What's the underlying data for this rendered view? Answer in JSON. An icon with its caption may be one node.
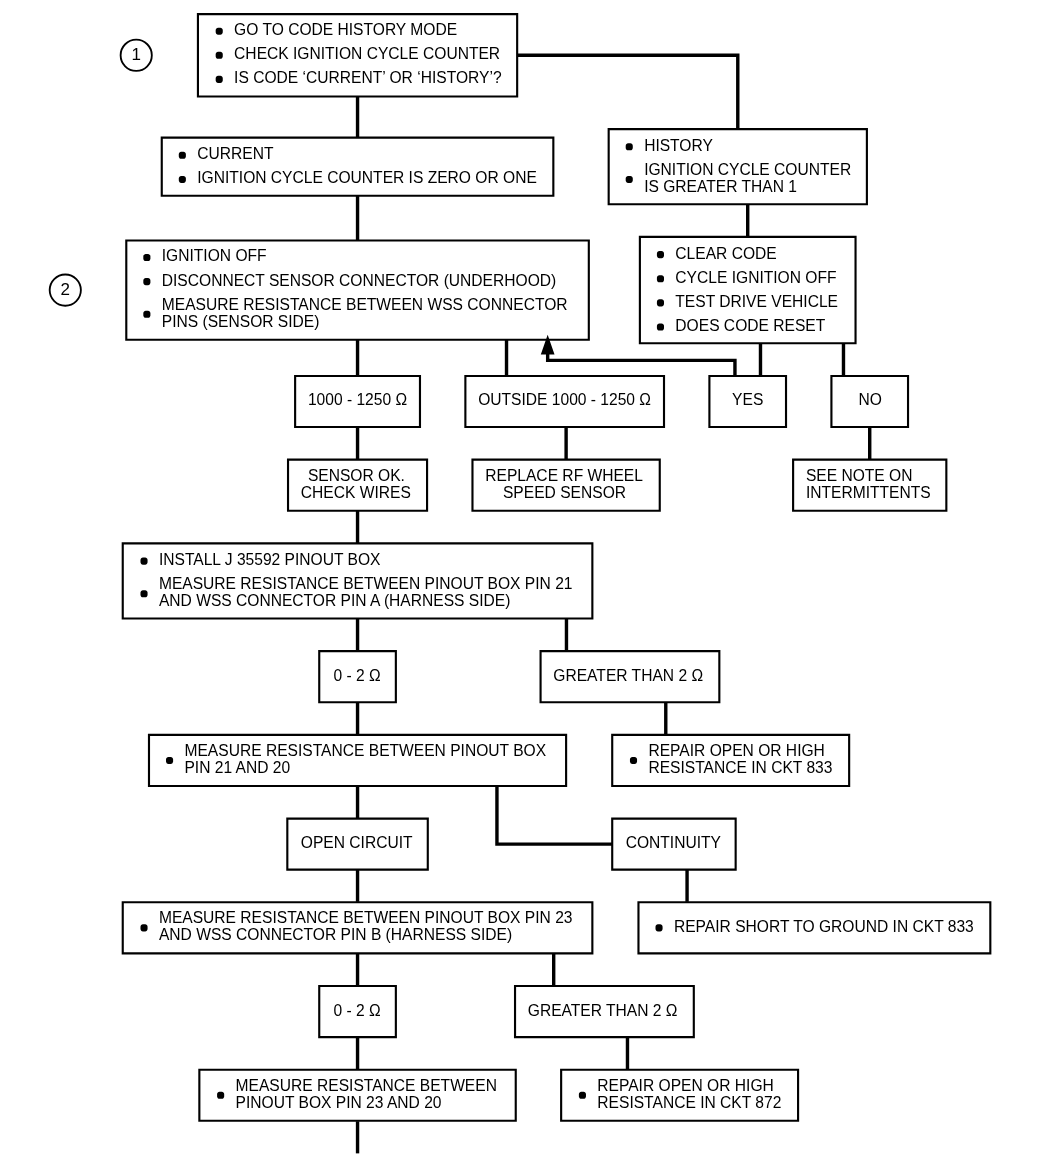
{
  "diagram": {
    "nodes": [
      {
        "text": [
          "GO TO CODE HISTORY MODE",
          "CHECK IGNITION CYCLE COUNTER",
          "IS CODE ‘CURRENT’ OR ‘HISTORY’?"
        ],
        "beside": [
          "1"
        ]
      },
      {
        "text": [
          "CURRENT",
          "IGNITION CYCLE COUNTER IS ZERO OR ONE"
        ]
      },
      {
        "text": [
          "HISTORY",
          "IGNITION CYCLE COUNTER IS GREATER THAN 1"
        ]
      },
      {
        "text": [
          "IGNITION OFF",
          "DISCONNECT SENSOR CONNECTOR (UNDERHOOD)",
          "MEASURE RESISTANCE BETWEEN WSS CONNECTOR PINS (SENSOR SIDE)"
        ],
        "beside": [
          "2"
        ]
      },
      {
        "text": [
          "CLEAR CODE",
          "CYCLE IGNITION OFF",
          "TEST DRIVE VEHICLE",
          "DOES CODE RESET"
        ]
      },
      {
        "text": [
          "1000 - 1250 Ω"
        ]
      },
      {
        "text": [
          "OUTSIDE 1000 - 1250 Ω"
        ]
      },
      {
        "text": [
          "YES"
        ]
      },
      {
        "text": [
          "NO"
        ]
      },
      {
        "text": [
          "SENSOR OK. CHECK WIRES"
        ]
      },
      {
        "text": [
          "REPLACE RF WHEEL SPEED SENSOR"
        ]
      },
      {
        "text": [
          "SEE NOTE ON INTERMITTENTS"
        ]
      },
      {
        "text": [
          "INSTALL J 35592 PINOUT BOX",
          "MEASURE RESISTANCE BETWEEN PINOUT BOX PIN 21 AND WSS CONNECTOR PIN A (HARNESS SIDE)"
        ]
      },
      {
        "text": [
          "0 - 2 Ω"
        ]
      },
      {
        "text": [
          "GREATER THAN 2 Ω"
        ]
      },
      {
        "text": [
          "MEASURE RESISTANCE BETWEEN PINOUT BOX PIN 21 AND 20"
        ]
      },
      {
        "text": [
          "REPAIR OPEN OR HIGH RESISTANCE IN CKT 833"
        ]
      },
      {
        "text": [
          "OPEN CIRCUIT"
        ]
      },
      {
        "text": [
          "CONTINUITY"
        ]
      },
      {
        "text": [
          "MEASURE RESISTANCE BETWEEN PINOUT BOX PIN 23 AND WSS CONNECTOR PIN B (HARNESS SIDE)"
        ]
      },
      {
        "text": [
          "REPAIR SHORT TO GROUND IN CKT 833"
        ]
      },
      {
        "text": [
          "0 - 2 Ω"
        ]
      },
      {
        "text": [
          "GREATER THAN 2 Ω"
        ]
      },
      {
        "text": [
          "MEASURE RESISTANCE BETWEEN PINOUT BOX PIN 23 AND 20"
        ]
      },
      {
        "text": [
          "REPAIR OPEN OR HIGH RESISTANCE IN CKT 872"
        ]
      }
    ],
    "edges": [
      {
        "from": 0,
        "to": 1,
        "arrow": "none"
      },
      {
        "from": 0,
        "to": 2,
        "arrow": "none"
      },
      {
        "from": 1,
        "to": 3,
        "arrow": "none"
      },
      {
        "from": 2,
        "to": 4,
        "arrow": "none"
      },
      {
        "from": 3,
        "to": 5,
        "arrow": "none"
      },
      {
        "from": 3,
        "to": 6,
        "arrow": "none"
      },
      {
        "from": 4,
        "to": 7,
        "arrow": "none"
      },
      {
        "from": 4,
        "to": 8,
        "arrow": "none"
      },
      {
        "from": 7,
        "to": 3,
        "arrow": "to"
      },
      {
        "from": 5,
        "to": 9,
        "arrow": "none"
      },
      {
        "from": 6,
        "to": 10,
        "arrow": "none"
      },
      {
        "from": 8,
        "to": 11,
        "arrow": "none"
      },
      {
        "from": 9,
        "to": 12,
        "arrow": "none"
      },
      {
        "from": 12,
        "to": 13,
        "arrow": "none"
      },
      {
        "from": 12,
        "to": 14,
        "arrow": "none"
      },
      {
        "from": 13,
        "to": 15,
        "arrow": "none"
      },
      {
        "from": 14,
        "to": 16,
        "arrow": "none"
      },
      {
        "from": 15,
        "to": 17,
        "arrow": "none"
      },
      {
        "from": 15,
        "to": 18,
        "arrow": "none"
      },
      {
        "from": 17,
        "to": 19,
        "arrow": "none"
      },
      {
        "from": 18,
        "to": 20,
        "arrow": "none"
      },
      {
        "from": 19,
        "to": 21,
        "arrow": "none"
      },
      {
        "from": 19,
        "to": 22,
        "arrow": "none"
      },
      {
        "from": 21,
        "to": 23,
        "arrow": "none"
      },
      {
        "from": 22,
        "to": 24,
        "arrow": "none"
      },
      {
        "from": 23,
        "to": null,
        "arrow": "none"
      }
    ]
  }
}
